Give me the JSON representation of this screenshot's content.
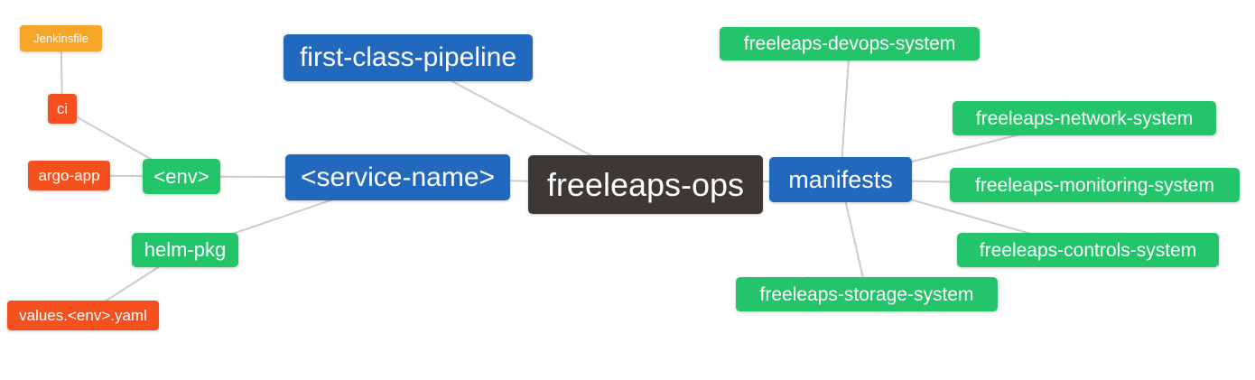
{
  "colors": {
    "root_node": "#3b3835",
    "branch_blue": "#2268bd",
    "leaf_green": "#24c46a",
    "leaf_orange": "#f7a529",
    "leaf_red": "#f4511e",
    "edge_line": "#cccccc",
    "node_text": "#ffffff",
    "background": "#ffffff"
  },
  "nodes": {
    "jenkinsfile": {
      "label": "Jenkinsfile"
    },
    "ci": {
      "label": "ci"
    },
    "argo_app": {
      "label": "argo-app"
    },
    "env": {
      "label": "<env>"
    },
    "helm_pkg": {
      "label": "helm-pkg"
    },
    "values_env_yaml": {
      "label": "values.<env>.yaml"
    },
    "first_class_pipeline": {
      "label": "first-class-pipeline"
    },
    "service_name": {
      "label": "<service-name>"
    },
    "freeleaps_ops": {
      "label": "freeleaps-ops"
    },
    "manifests": {
      "label": "manifests"
    },
    "devops_system": {
      "label": "freeleaps-devops-system"
    },
    "network_system": {
      "label": "freeleaps-network-system"
    },
    "monitoring_system": {
      "label": "freeleaps-monitoring-system"
    },
    "controls_system": {
      "label": "freeleaps-controls-system"
    },
    "storage_system": {
      "label": "freeleaps-storage-system"
    }
  },
  "edges": [
    {
      "from": "Jenkinsfile",
      "to": "ci"
    },
    {
      "from": "ci",
      "to": "<env>"
    },
    {
      "from": "argo-app",
      "to": "<env>"
    },
    {
      "from": "<env>",
      "to": "<service-name>"
    },
    {
      "from": "helm-pkg",
      "to": "<service-name>"
    },
    {
      "from": "values.<env>.yaml",
      "to": "helm-pkg"
    },
    {
      "from": "first-class-pipeline",
      "to": "freeleaps-ops"
    },
    {
      "from": "<service-name>",
      "to": "freeleaps-ops"
    },
    {
      "from": "freeleaps-ops",
      "to": "manifests"
    },
    {
      "from": "manifests",
      "to": "freeleaps-devops-system"
    },
    {
      "from": "manifests",
      "to": "freeleaps-network-system"
    },
    {
      "from": "manifests",
      "to": "freeleaps-monitoring-system"
    },
    {
      "from": "manifests",
      "to": "freeleaps-controls-system"
    },
    {
      "from": "manifests",
      "to": "freeleaps-storage-system"
    }
  ]
}
